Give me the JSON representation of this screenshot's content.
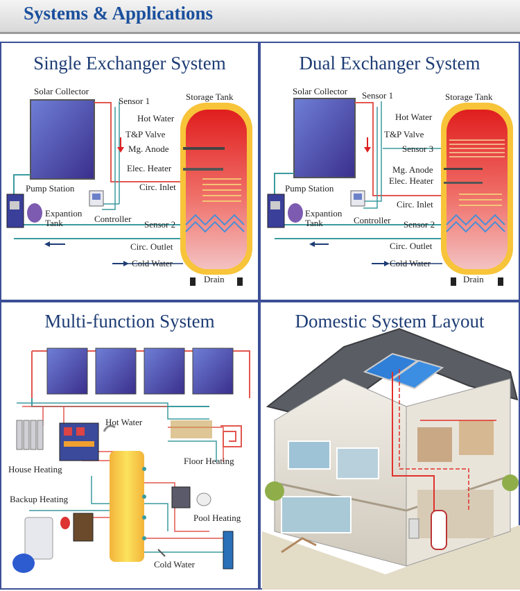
{
  "header": {
    "title": "Systems & Applications"
  },
  "single": {
    "title": "Single Exchanger System",
    "labels": {
      "solar_collector": "Solar Collector",
      "sensor1": "Sensor 1",
      "storage_tank": "Storage Tank",
      "hot_water": "Hot Water",
      "tp_valve": "T&P Valve",
      "mg_anode": "Mg. Anode",
      "elec_heater": "Elec. Heater",
      "circ_inlet": "Circ. Inlet",
      "pump_station": "Pump Station",
      "expansion": "Expantion",
      "tank": "Tank",
      "controller": "Controller",
      "sensor2": "Sensor 2",
      "circ_outlet": "Circ. Outlet",
      "cold_water": "Cold Water",
      "drain": "Drain"
    }
  },
  "dual": {
    "title": "Dual Exchanger System",
    "labels": {
      "solar_collector": "Solar Collector",
      "sensor1": "Sensor 1",
      "storage_tank": "Storage Tank",
      "hot_water": "Hot Water",
      "tp_valve": "T&P Valve",
      "sensor3": "Sensor 3",
      "mg_anode": "Mg. Anode",
      "elec_heater": "Elec. Heater",
      "circ_inlet": "Circ. Inlet",
      "pump_station": "Pump Station",
      "expansion": "Expantion",
      "tank": "Tank",
      "controller": "Controller",
      "sensor2": "Sensor 2",
      "circ_outlet": "Circ. Outlet",
      "cold_water": "Cold Water",
      "drain": "Drain"
    }
  },
  "multi": {
    "title": "Multi-function System",
    "labels": {
      "hot_water": "Hot Water",
      "house_heating": "House Heating",
      "floor_heating": "Floor Heating",
      "backup_heating": "Backup Heating",
      "pool_heating": "Pool Heating",
      "cold_water": "Cold Water"
    }
  },
  "domestic": {
    "title": "Domestic System Layout"
  },
  "colors": {
    "panel_border": "#3c4f96",
    "title": "#1d3c74",
    "header_text": "#1a4f9c",
    "pipe_hot": "#e2564e",
    "pipe_cold": "#3a9a9e",
    "tank": "#f7c43a"
  }
}
